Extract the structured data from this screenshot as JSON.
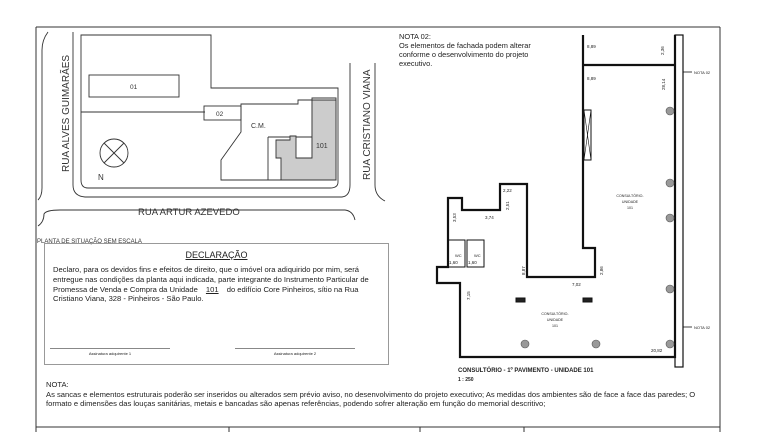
{
  "site_plan": {
    "streets": {
      "left": "RUA ALVES GUIMARÃES",
      "right": "RUA CRISTIANO VIANA",
      "bottom": "RUA ARTUR AZEVEDO"
    },
    "labels": {
      "building_01": "01",
      "building_02": "02",
      "cm": "C.M.",
      "unit": "101",
      "north": "N"
    },
    "caption": "PLANTA DE SITUAÇÃO SEM ESCALA",
    "highlight_color": "#cccccc"
  },
  "declaration": {
    "title": "DECLARAÇÃO",
    "text_before": "Declaro, para os devidos fins e efeitos de direito, que o imóvel ora adiquirido por mim, será entregue nas condições da planta aqui indicada, parte integrante do Instrumento Particular de Promessa de Venda e Compra da Unidade",
    "unit": "101",
    "text_after": "do edifício Core Pinheiros, sítio na Rua Cristiano Viana, 328 - Pinheiros - São Paulo.",
    "signature_1": "Assinatura adquirente 1",
    "signature_2": "Assinatura adquirente 2"
  },
  "nota": {
    "title": "NOTA:",
    "text": "As sancas e elementos estruturais poderão ser inseridos ou alterados sem prévio aviso, no desenvolvimento do projeto executivo; As medidas dos ambientes são de face a face das paredes; O formato e dimensões das louças sanitárias, metais e bancadas são apenas referências, podendo sofrer alteração em função do memorial descritivo;"
  },
  "nota_02": {
    "title": "NOTA 02:",
    "text": "Os elementos de fachada podem alterar conforme o desenvolvimento do projeto executivo.",
    "marker": "NOTA 02"
  },
  "floor_plan": {
    "title": "CONSULTÓRIO - 1º PAVIMENTO - UNIDADE 101",
    "scale": "1 : 250",
    "room_upper": [
      "CONSULTÓRIO-",
      "UNIDADE",
      "101"
    ],
    "room_lower": [
      "CONSULTÓRIO-",
      "UNIDADE",
      "101"
    ],
    "wc_label": "WC",
    "dimensions": {
      "top_width": "8,89",
      "top_depth": "2,36",
      "top_width_2": "8,89",
      "right_height": "28,14",
      "d_222": "2,22",
      "d_251": "2,51",
      "d_374": "3,74",
      "d_353": "3,53",
      "wc_1": "1,60",
      "wc_2": "1,60",
      "d_887": "8,87",
      "d_286": "2,86",
      "d_702": "7,02",
      "d_715": "7,15",
      "bottom_width": "20,82"
    }
  }
}
